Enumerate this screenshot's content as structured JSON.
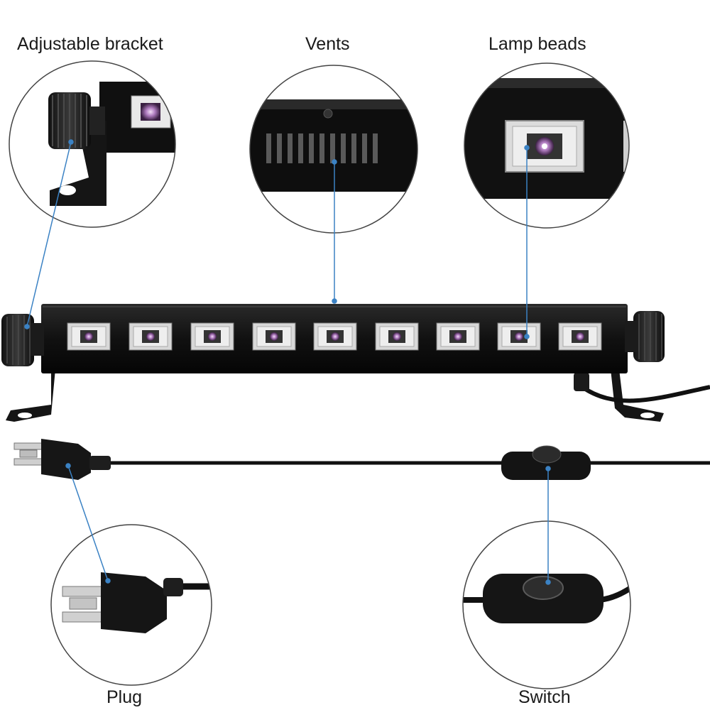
{
  "callouts": {
    "bracket": "Adjustable bracket",
    "vents": "Vents",
    "lamp_beads": "Lamp beads",
    "plug": "Plug",
    "switch": "Switch"
  },
  "lamp_bead_count": 9,
  "colors": {
    "body": "#151515",
    "leader": "#3b82c4",
    "bead_glow": "#7b3a8c",
    "circle_stroke": "#444444"
  }
}
